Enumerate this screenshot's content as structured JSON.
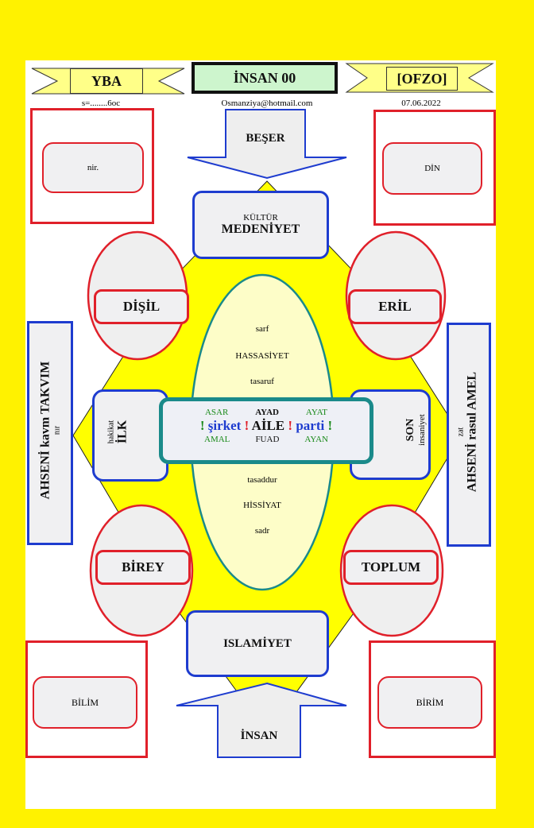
{
  "header": {
    "left_banner": "YBA",
    "title": "İNSAN 00",
    "right_banner": "[OFZO]",
    "left_sub": "s=........6oc",
    "email": "Osmanziya@hotmail.com",
    "date": "07.06.2022"
  },
  "corners": {
    "top_left": "nir.",
    "top_right": "DİN",
    "bottom_left": "BİLİM",
    "bottom_right": "BİRİM"
  },
  "arrows": {
    "top": "BEŞER",
    "bottom": "İNSAN"
  },
  "top_box": {
    "small": "KÜLTÜR",
    "main": "MEDENİYET"
  },
  "bottom_box": "ISLAMİYET",
  "circles": {
    "tl": "DİŞİL",
    "tr": "ERİL",
    "bl": "BİREY",
    "br": "TOPLUM"
  },
  "side_left": {
    "main": "AHSENİ kavm TAKVIM",
    "small": "nır"
  },
  "side_right": {
    "main": "AHSENİ rasul AMEL",
    "small": "zat"
  },
  "ilk": {
    "small": "hakikat",
    "main": "İLK"
  },
  "son": {
    "main": "SON",
    "small": "insaniyet"
  },
  "oval": {
    "top": [
      "sarf",
      "HASSASİYET",
      "tasaruf"
    ],
    "bottom": [
      "tasaddur",
      "HİSSİYAT",
      "sadr"
    ]
  },
  "center": {
    "row1": [
      "ASAR",
      "AYAD",
      "AYAT"
    ],
    "excl": "!",
    "w1": "şirket",
    "w2": "AİLE",
    "w3": "parti",
    "row3": [
      "AMAL",
      "FUAD",
      "AYAN"
    ]
  }
}
